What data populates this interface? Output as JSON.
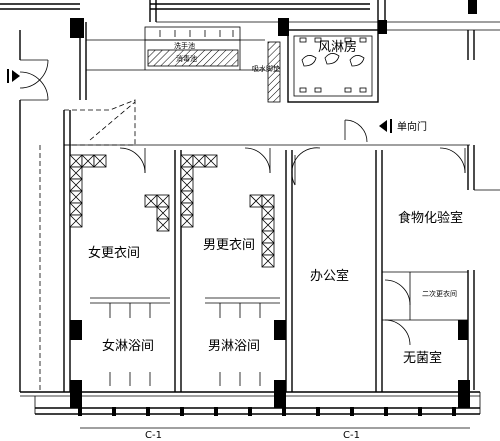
{
  "rooms": {
    "air_shower": "风淋房",
    "hand_wash": "洗手池",
    "disinfect_pool": "消毒池",
    "shoe_absorber": "吸水脚垫",
    "one_way_door": "单向门",
    "female_changing": "女更衣间",
    "male_changing": "男更衣间",
    "office": "办公室",
    "food_lab": "食物化验室",
    "second_changing": "二次更衣间",
    "female_shower": "女淋浴间",
    "male_shower": "男淋浴间",
    "sterile_room": "无菌室"
  },
  "axis_labels": {
    "left": "C-1",
    "right": "C-1"
  },
  "colors": {
    "line": "#000000",
    "background": "#ffffff"
  }
}
